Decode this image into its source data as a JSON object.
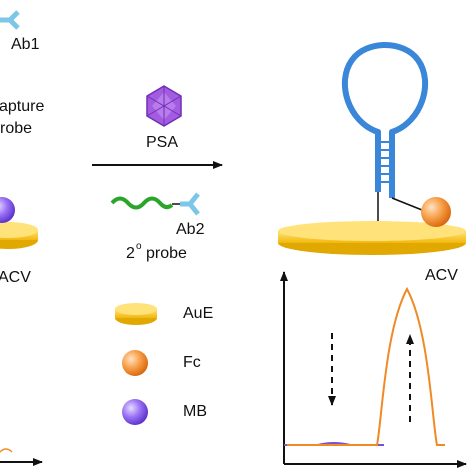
{
  "labels": {
    "ab1": "Ab1",
    "capture_line1": "apture",
    "capture_line2": "robe",
    "acv_left": "ACV",
    "psa": "PSA",
    "ab2": "Ab2",
    "probe2_prefix": "2",
    "probe2_sup": "o",
    "probe2_suffix": "probe",
    "acv_right": "ACV"
  },
  "legend": [
    {
      "name": "AuE",
      "shape": "gold-disc"
    },
    {
      "name": "Fc",
      "shape": "orange-sphere"
    },
    {
      "name": "MB",
      "shape": "purple-sphere"
    }
  ],
  "colors": {
    "gold": "#f5c518",
    "gold_dark": "#e0a800",
    "stem_blue": "#3a86d9",
    "antibody_blue": "#7cc6e8",
    "strand_green": "#2aa52a",
    "virus_purple": "#9b4fd6",
    "sphere_orange": "#f48a1e",
    "sphere_purple": "#8a5cf0",
    "curve_orange": "#f08a24",
    "curve_purple": "#7b4fd6"
  },
  "icons": [
    "antibody-icon",
    "psa-virus-icon",
    "probe-strand-icon",
    "hairpin-icon",
    "electrode-disc-icon",
    "fc-sphere-icon",
    "mb-sphere-icon"
  ]
}
